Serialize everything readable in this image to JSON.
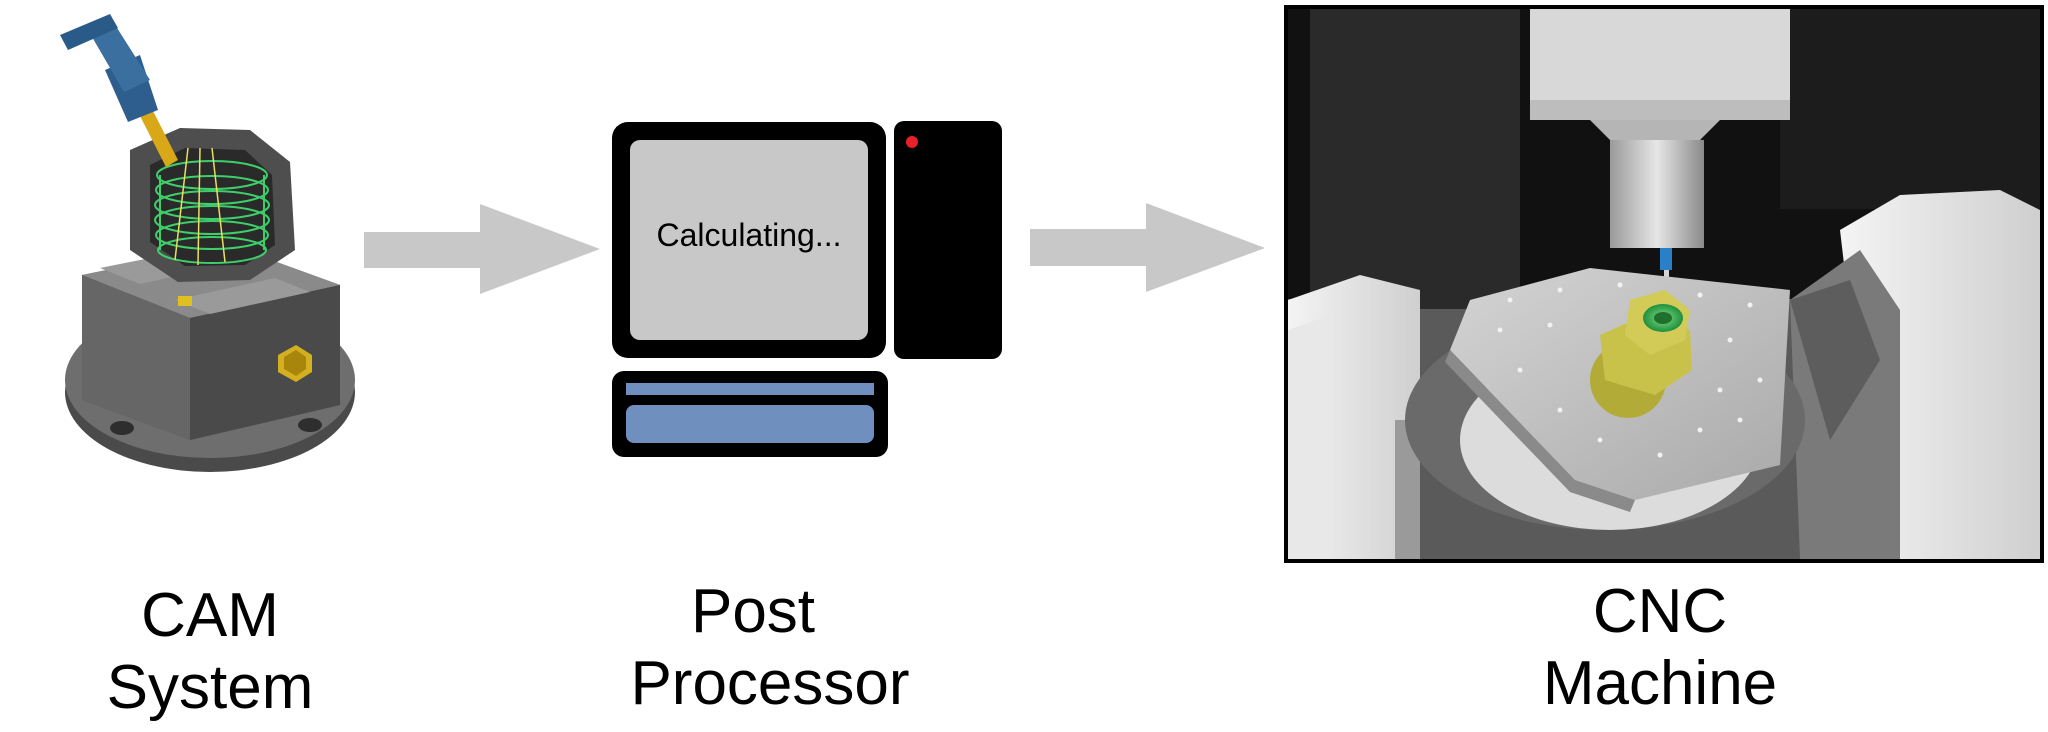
{
  "stages": [
    {
      "line1": "CAM",
      "line2": "System"
    },
    {
      "line1": "Post",
      "line2": "Processor"
    },
    {
      "line1": "CNC",
      "line2": "Machine"
    }
  ],
  "computer": {
    "screen_text": "Calculating..."
  },
  "colors": {
    "arrow": "#c8c8c8",
    "monitor_frame": "#000000",
    "monitor_screen": "#c8c8c8",
    "tower": "#000000",
    "power_led": "#e8202a",
    "keyboard": "#6f8fbf",
    "part_gold": "#c9c24a",
    "toolpath_green": "#2fbf5a",
    "spindle_blue": "#2a7fc9"
  }
}
